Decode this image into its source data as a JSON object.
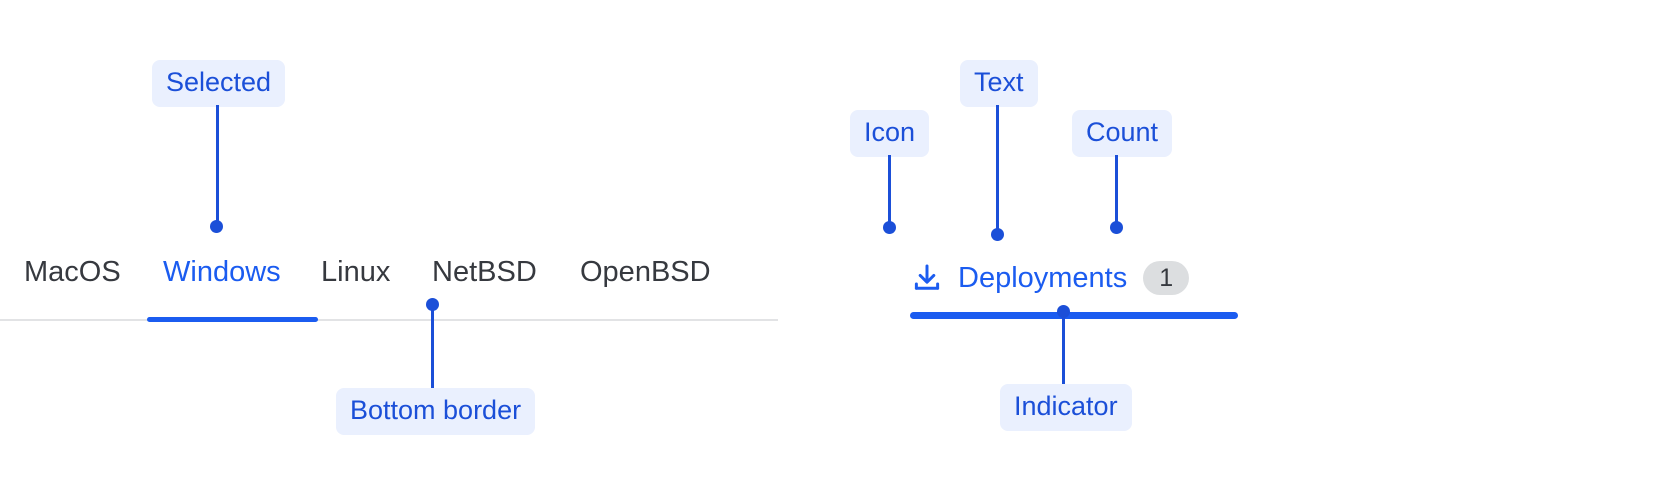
{
  "colors": {
    "accent_blue": "#1b5cf0",
    "annotation_blue": "#1b4fd8",
    "annotation_pill_bg": "#eaf0fe",
    "tab_text": "#36393f",
    "border": "#e2e3e5",
    "badge_bg": "#dcdee0",
    "page_bg": "#ffffff"
  },
  "left_example": {
    "tabs": [
      {
        "label": "MacOS",
        "selected": false
      },
      {
        "label": "Windows",
        "selected": true
      },
      {
        "label": "Linux",
        "selected": false
      },
      {
        "label": "NetBSD",
        "selected": false
      },
      {
        "label": "OpenBSD",
        "selected": false
      }
    ],
    "annotations": {
      "selected": "Selected",
      "bottom_border": "Bottom border"
    }
  },
  "right_example": {
    "tab": {
      "icon": "download-icon",
      "label": "Deployments",
      "count": "1"
    },
    "annotations": {
      "icon": "Icon",
      "text": "Text",
      "count": "Count",
      "indicator": "Indicator"
    }
  }
}
